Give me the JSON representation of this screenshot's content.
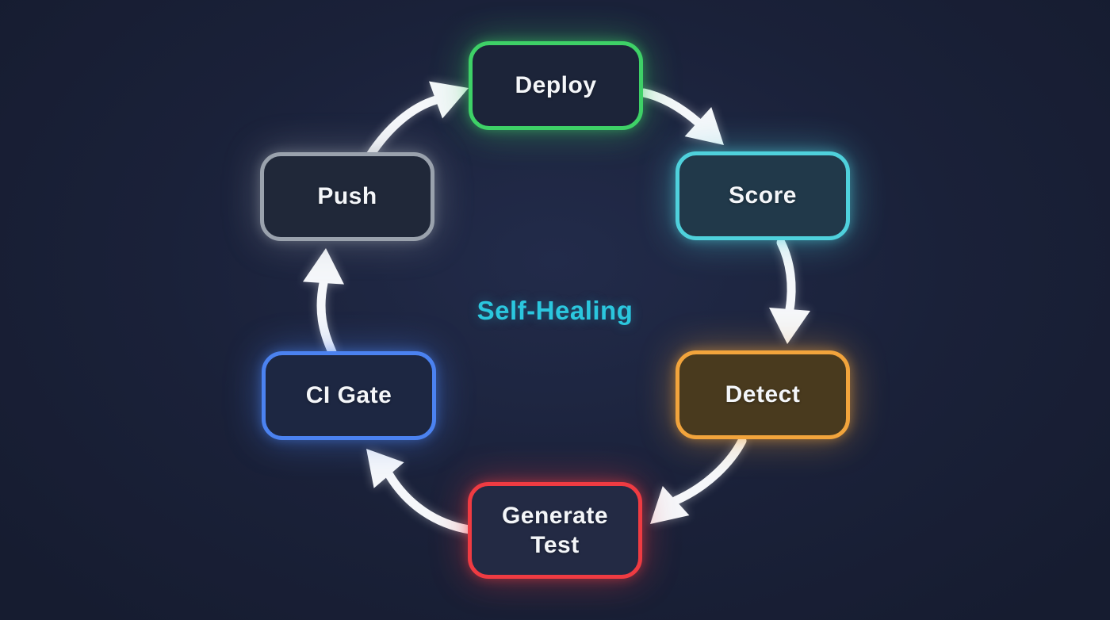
{
  "diagram": {
    "title": "Self-Healing cycle diagram",
    "center_label": "Self-Healing",
    "center_label_color": "#2bc7de",
    "background_color": "#1a2139",
    "arrow_color": "#f5f7fa",
    "nodes": [
      {
        "id": "deploy",
        "label": "Deploy",
        "border_color": "#3ed167",
        "fill_color": "#1c2439",
        "glow_color": "rgba(62,209,103,0.45)"
      },
      {
        "id": "score",
        "label": "Score",
        "border_color": "#4fd1dc",
        "fill_color": "#21394a",
        "glow_color": "rgba(79,209,220,0.45)"
      },
      {
        "id": "detect",
        "label": "Detect",
        "border_color": "#f2a43c",
        "fill_color": "#493a1e",
        "glow_color": "rgba(242,164,60,0.45)"
      },
      {
        "id": "generate-test",
        "label": "Generate Test",
        "border_color": "#ef3b42",
        "fill_color": "#232a44",
        "glow_color": "rgba(239,59,66,0.45)"
      },
      {
        "id": "ci-gate",
        "label": "CI Gate",
        "border_color": "#4b82f0",
        "fill_color": "#1d2742",
        "glow_color": "rgba(75,130,240,0.45)"
      },
      {
        "id": "push",
        "label": "Push",
        "border_color": "#9aa2ad",
        "fill_color": "#202839",
        "glow_color": "rgba(154,162,173,0.40)"
      }
    ],
    "connections": [
      {
        "from": "Push",
        "to": "Deploy"
      },
      {
        "from": "Deploy",
        "to": "Score"
      },
      {
        "from": "Score",
        "to": "Detect"
      },
      {
        "from": "Detect",
        "to": "Generate Test"
      },
      {
        "from": "Generate Test",
        "to": "CI Gate"
      },
      {
        "from": "CI Gate",
        "to": "Push"
      }
    ]
  }
}
